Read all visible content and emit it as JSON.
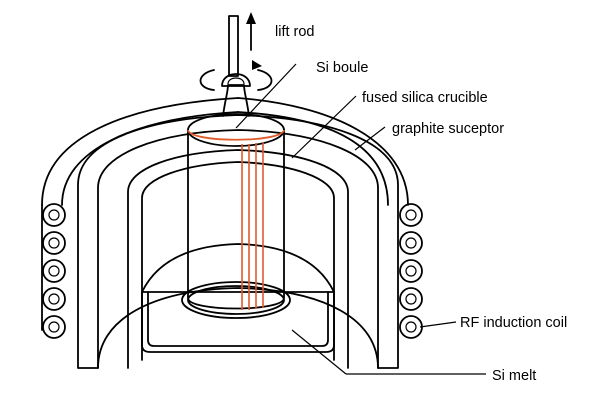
{
  "labels": {
    "lift_rod": "lift rod",
    "si_boule": "Si boule",
    "crucible": "fused silica crucible",
    "susceptor": "graphite suceptor",
    "coil": "RF induction coil",
    "melt": "Si melt"
  },
  "colors": {
    "line": "#000000",
    "boule_accent": "#e05a2b",
    "background": "#ffffff"
  }
}
